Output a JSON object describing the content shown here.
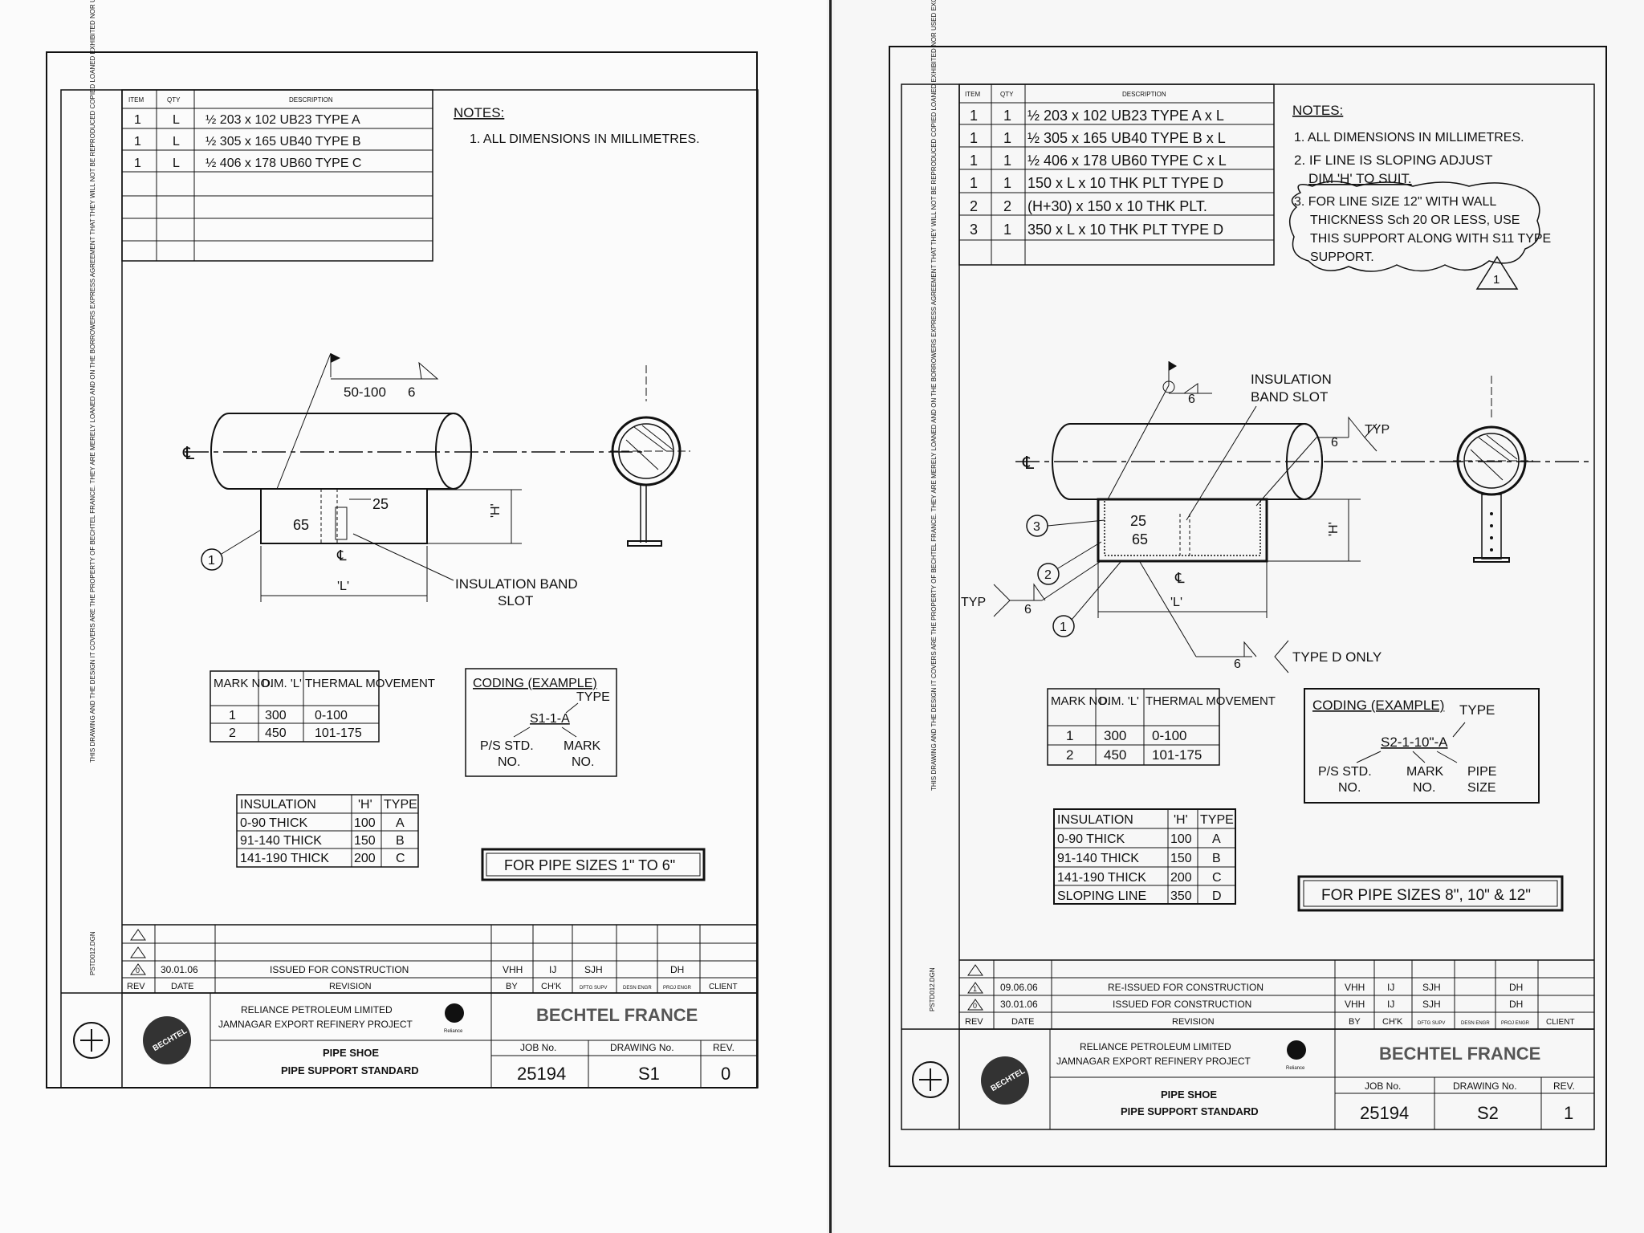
{
  "left": {
    "bom": {
      "headers": [
        "ITEM",
        "QTY",
        "DESCRIPTION"
      ],
      "rows": [
        [
          "1",
          "L",
          "½ 203 x 102 UB23 TYPE A"
        ],
        [
          "1",
          "L",
          "½ 305 x 165 UB40 TYPE B"
        ],
        [
          "1",
          "L",
          "½ 406 x 178 UB60 TYPE C"
        ]
      ]
    },
    "notes_title": "NOTES:",
    "notes": [
      "1. ALL DIMENSIONS IN MILLIMETRES."
    ],
    "drawing_labels": {
      "weld": "50-100",
      "weld_size": "6",
      "dim_25": "25",
      "dim_65": "65",
      "dim_H": "'H'",
      "dim_L": "'L'",
      "insulation_band": "INSULATION BAND",
      "slot": "SLOT",
      "callout_1": "1",
      "centerline": "℄"
    },
    "mark_table": {
      "headers": [
        "MARK NO.",
        "DIM. 'L'",
        "THERMAL MOVEMENT"
      ],
      "rows": [
        [
          "1",
          "300",
          "0-100"
        ],
        [
          "2",
          "450",
          "101-175"
        ]
      ]
    },
    "coding": {
      "title": "CODING (EXAMPLE)",
      "example": "S1-1-A",
      "type_label": "TYPE",
      "ps_label": "P/S STD.",
      "ps_no": "NO.",
      "mark_label": "MARK",
      "mark_no": "NO."
    },
    "insulation_table": {
      "headers": [
        "INSULATION",
        "'H'",
        "TYPE"
      ],
      "rows": [
        [
          "0-90 THICK",
          "100",
          "A"
        ],
        [
          "91-140 THICK",
          "150",
          "B"
        ],
        [
          "141-190 THICK",
          "200",
          "C"
        ]
      ]
    },
    "pipe_sizes": "FOR PIPE SIZES 1\" TO 6\"",
    "side_note": "THIS DRAWING AND THE DESIGN IT COVERS ARE THE PROPERTY OF BECHTEL FRANCE. THEY ARE MERELY LOANED AND ON THE BORROWERS EXPRESS AGREEMENT THAT THEY WILL NOT BE REPRODUCED COPIED LOANED EXHIBITED NOR USED EXCEPT IN THE LIMITED WAY AND PRIVATE USE PERMITTED AND WRITTEN CONSENT GIVEN BY BECHTEL FRANCE TO THE BORROWER.",
    "file_name": "PSTD012.DGN",
    "revisions": [
      {
        "rev": "0",
        "date": "30.01.06",
        "desc": "ISSUED FOR CONSTRUCTION",
        "by": "VHH",
        "chk": "IJ",
        "supv": "SJH",
        "engr": "",
        "proj": "DH",
        "client": ""
      }
    ],
    "rev_headers": [
      "REV",
      "DATE",
      "REVISION",
      "BY",
      "CH'K",
      "DFTG SUPV",
      "DESN ENGR",
      "PROJ ENGR",
      "CLIENT"
    ],
    "title_block": {
      "company": "BECHTEL FRANCE",
      "client_line1": "RELIANCE PETROLEUM LIMITED",
      "client_line2": "JAMNAGAR EXPORT REFINERY PROJECT",
      "title1": "PIPE SHOE",
      "title2": "PIPE SUPPORT STANDARD",
      "job_label": "JOB No.",
      "job_no": "25194",
      "dwg_label": "DRAWING No.",
      "dwg_no": "S1",
      "rev_label": "REV.",
      "rev": "0",
      "logo_text": "BECHTEL",
      "reliance": "Reliance"
    }
  },
  "right": {
    "bom": {
      "headers": [
        "ITEM",
        "QTY",
        "DESCRIPTION"
      ],
      "rows": [
        [
          "1",
          "1",
          "½ 203 x 102 UB23 TYPE A x L"
        ],
        [
          "1",
          "1",
          "½ 305 x 165 UB40 TYPE B x L"
        ],
        [
          "1",
          "1",
          "½ 406 x 178 UB60 TYPE C x L"
        ],
        [
          "1",
          "1",
          "150 x L x 10 THK PLT TYPE D"
        ],
        [
          "2",
          "2",
          "(H+30) x 150 x 10 THK PLT."
        ],
        [
          "3",
          "1",
          "350 x L x 10 THK PLT TYPE D"
        ]
      ]
    },
    "notes_title": "NOTES:",
    "notes": [
      "1. ALL DIMENSIONS IN MILLIMETRES.",
      "2. IF LINE IS SLOPING ADJUST",
      "DIM 'H' TO SUIT.",
      "3. FOR LINE SIZE 12\" WITH WALL",
      "THICKNESS Sch 20 OR LESS, USE",
      "THIS SUPPORT ALONG WITH S11 TYPE",
      "SUPPORT."
    ],
    "rev_triangle": "1",
    "drawing_labels": {
      "insulation_band": "INSULATION",
      "slot": "BAND SLOT",
      "weld_size": "6",
      "typ": "TYP",
      "dim_25": "25",
      "dim_65": "65",
      "dim_H": "'H'",
      "dim_L": "'L'",
      "type_d_only": "TYPE D ONLY",
      "callout_1": "1",
      "callout_2": "2",
      "callout_3": "3",
      "centerline": "℄"
    },
    "mark_table": {
      "headers": [
        "MARK NO.",
        "DIM. 'L'",
        "THERMAL MOVEMENT"
      ],
      "rows": [
        [
          "1",
          "300",
          "0-100"
        ],
        [
          "2",
          "450",
          "101-175"
        ]
      ]
    },
    "coding": {
      "title": "CODING (EXAMPLE)",
      "example": "S2-1-10\"-A",
      "type_label": "TYPE",
      "ps_label": "P/S STD.",
      "ps_no": "NO.",
      "mark_label": "MARK",
      "mark_no": "NO.",
      "pipe_label": "PIPE",
      "pipe_size": "SIZE"
    },
    "insulation_table": {
      "headers": [
        "INSULATION",
        "'H'",
        "TYPE"
      ],
      "rows": [
        [
          "0-90 THICK",
          "100",
          "A"
        ],
        [
          "91-140 THICK",
          "150",
          "B"
        ],
        [
          "141-190 THICK",
          "200",
          "C"
        ],
        [
          "SLOPING LINE",
          "350",
          "D"
        ]
      ]
    },
    "pipe_sizes": "FOR PIPE SIZES 8\", 10\" & 12\"",
    "side_note": "THIS DRAWING AND THE DESIGN IT COVERS ARE THE PROPERTY OF BECHTEL FRANCE. THEY ARE MERELY LOANED AND ON THE BORROWERS EXPRESS AGREEMENT THAT THEY WILL NOT BE REPRODUCED COPIED LOANED EXHIBITED NOR USED EXCEPT IN THE LIMITED WAY AND PRIVATE USE PERMITTED AND WRITTEN CONSENT GIVEN BY BECHTEL FRANCE TO THE BORROWER.",
    "file_name": "PSTD012.DGN",
    "revisions": [
      {
        "rev": "1",
        "date": "09.06.06",
        "desc": "RE-ISSUED FOR CONSTRUCTION",
        "by": "VHH",
        "chk": "IJ",
        "supv": "SJH",
        "engr": "",
        "proj": "DH",
        "client": ""
      },
      {
        "rev": "0",
        "date": "30.01.06",
        "desc": "ISSUED FOR CONSTRUCTION",
        "by": "VHH",
        "chk": "IJ",
        "supv": "SJH",
        "engr": "",
        "proj": "DH",
        "client": ""
      }
    ],
    "rev_headers": [
      "REV",
      "DATE",
      "REVISION",
      "BY",
      "CH'K",
      "DFTG SUPV",
      "DESN ENGR",
      "PROJ ENGR",
      "CLIENT"
    ],
    "title_block": {
      "company": "BECHTEL FRANCE",
      "client_line1": "RELIANCE PETROLEUM LIMITED",
      "client_line2": "JAMNAGAR EXPORT REFINERY PROJECT",
      "title1": "PIPE SHOE",
      "title2": "PIPE SUPPORT STANDARD",
      "job_label": "JOB No.",
      "job_no": "25194",
      "dwg_label": "DRAWING No.",
      "dwg_no": "S2",
      "rev_label": "REV.",
      "rev": "1",
      "logo_text": "BECHTEL",
      "reliance": "Reliance"
    }
  }
}
